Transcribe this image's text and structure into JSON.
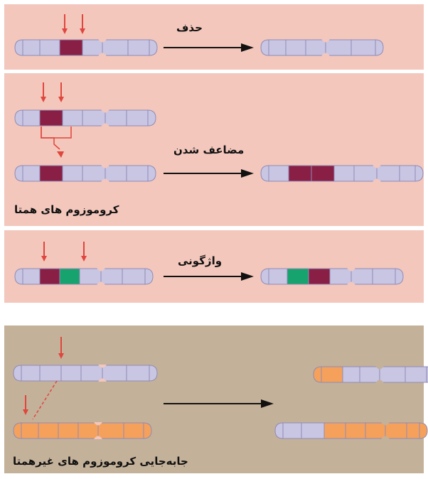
{
  "labels": {
    "deletion": "حذف",
    "duplication": "مضاعف شدن",
    "homologous": "کروموزوم های همتا",
    "inversion": "واژگونی",
    "translocation": "جابه‌جایی کروموزوم های غیرهمتا"
  },
  "colors": {
    "panel_pink": "#f3c7bc",
    "panel_tan": "#c4b19a",
    "gene_normal": "#c9c6e4",
    "gene_deleted": "#8a1f45",
    "gene_green": "#17a36d",
    "gene_orange": "#f5a15c",
    "arrow_red": "#e0463d",
    "outline": "#8f8bb5"
  }
}
